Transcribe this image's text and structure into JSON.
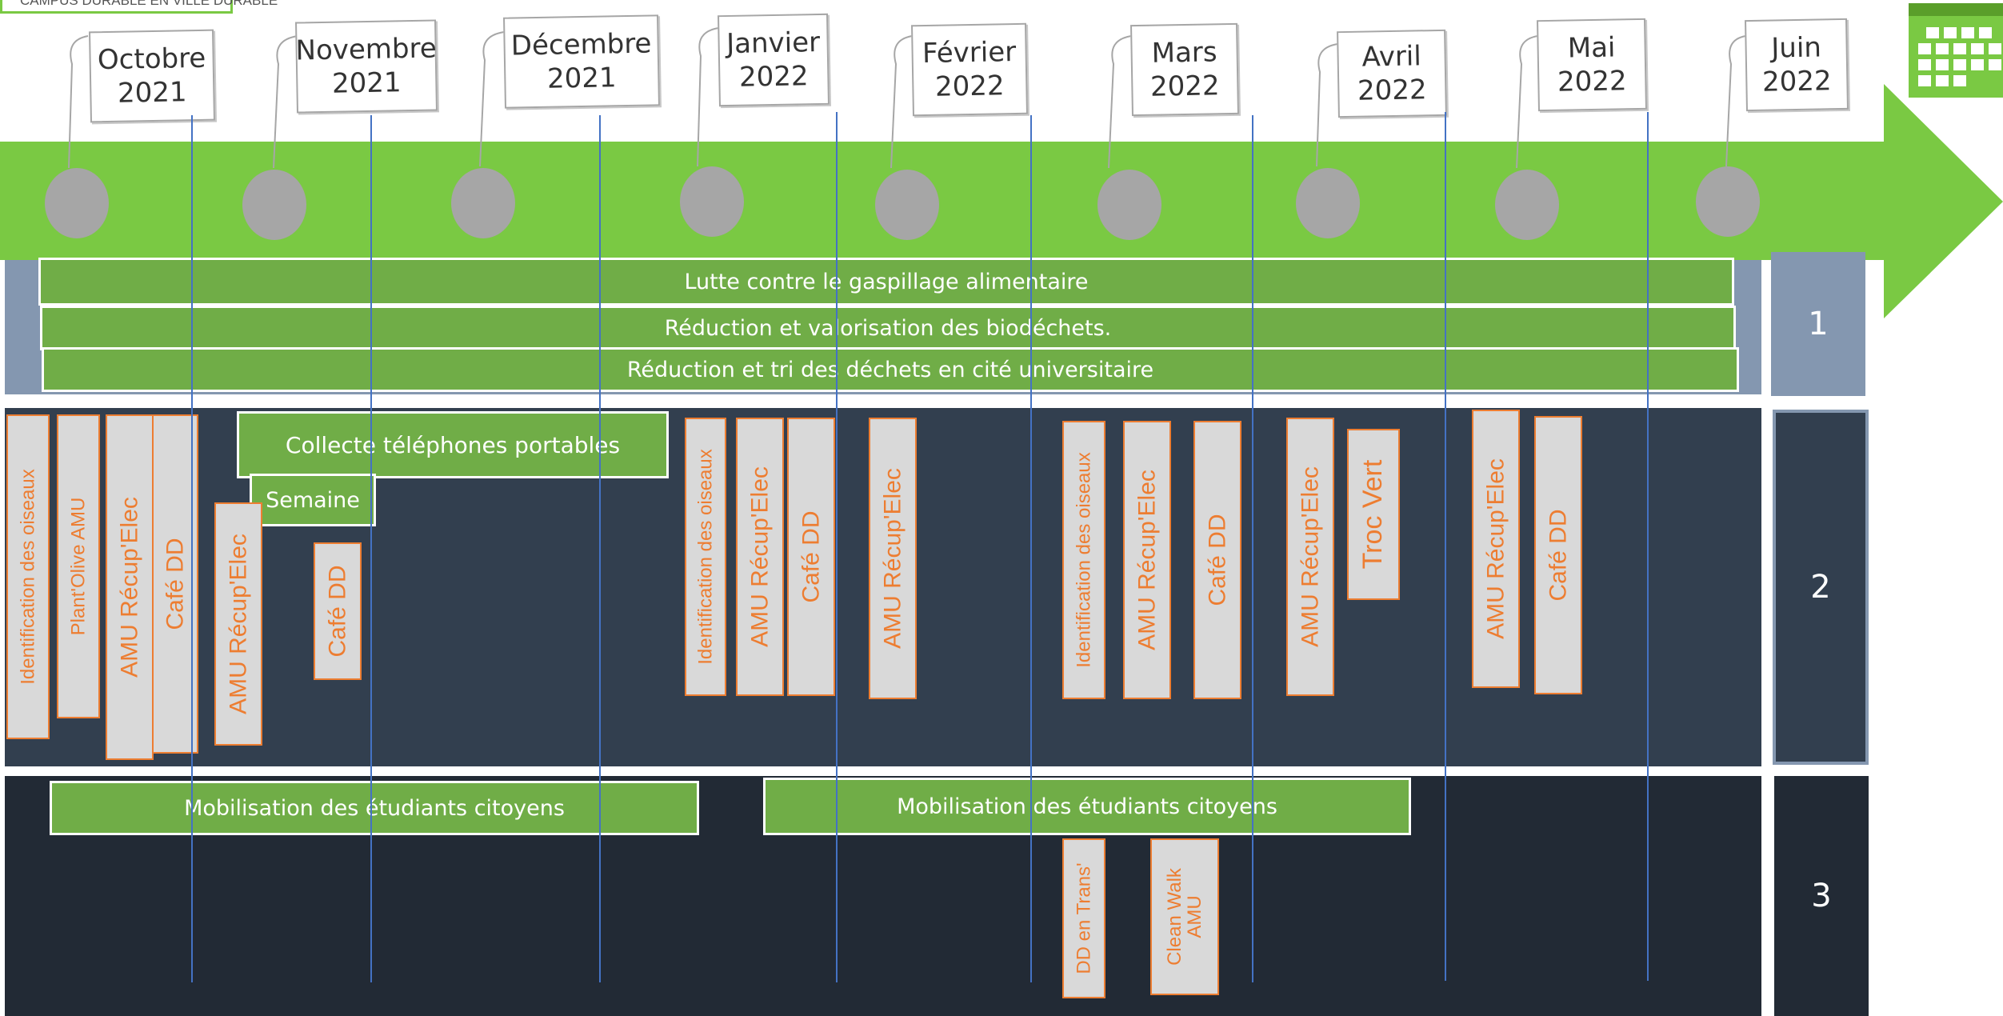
{
  "logo": {
    "tagline": "CAMPUS DURABLE EN VILLE DURABLE"
  },
  "months": [
    {
      "name": "Octobre",
      "year": "2021"
    },
    {
      "name": "Novembre",
      "year": "2021"
    },
    {
      "name": "Décembre",
      "year": "2021"
    },
    {
      "name": "Janvier",
      "year": "2022"
    },
    {
      "name": "Février",
      "year": "2022"
    },
    {
      "name": "Mars",
      "year": "2022"
    },
    {
      "name": "Avril",
      "year": "2022"
    },
    {
      "name": "Mai",
      "year": "2022"
    },
    {
      "name": "Juin",
      "year": "2022"
    }
  ],
  "rows": {
    "r1": {
      "label": "1"
    },
    "r2": {
      "label": "2"
    },
    "r3": {
      "label": "3"
    }
  },
  "row1_bars": [
    "Lutte contre le gaspillage alimentaire",
    "Réduction et valorisation des biodéchets.",
    "Réduction et tri des déchets en cité universitaire"
  ],
  "row2": {
    "collecte": "Collecte téléphones portables",
    "semaine": "Semaine",
    "events": [
      "Identification des oiseaux",
      "Plant'Olive AMU",
      "AMU Récup'Elec",
      "Café DD",
      "AMU Récup'Elec",
      "Café DD",
      "Identification des oiseaux",
      "AMU Récup'Elec",
      "Café DD",
      "AMU Récup'Elec",
      "Identification des oiseaux",
      "AMU Récup'Elec",
      "Café DD",
      "AMU Récup'Elec",
      "Troc Vert",
      "AMU Récup'Elec",
      "Café DD"
    ]
  },
  "row3": {
    "mobilisation": [
      "Mobilisation des étudiants citoyens",
      "Mobilisation des étudiants citoyens"
    ],
    "dd_trans": "DD en Trans'",
    "clean_walk_line1": "Clean Walk",
    "clean_walk_line2": "AMU"
  },
  "colors": {
    "arrow_green": "#7ac943",
    "bar_green": "#70ad47",
    "row1_bg": "#8497b0",
    "row2_bg": "#323f4f",
    "row3_bg": "#222a35",
    "event_text": "#ed7d31",
    "event_fill": "#d9d9d9",
    "month_lines": "#4472c4"
  },
  "icons": {
    "calendar": "calendar-icon"
  }
}
